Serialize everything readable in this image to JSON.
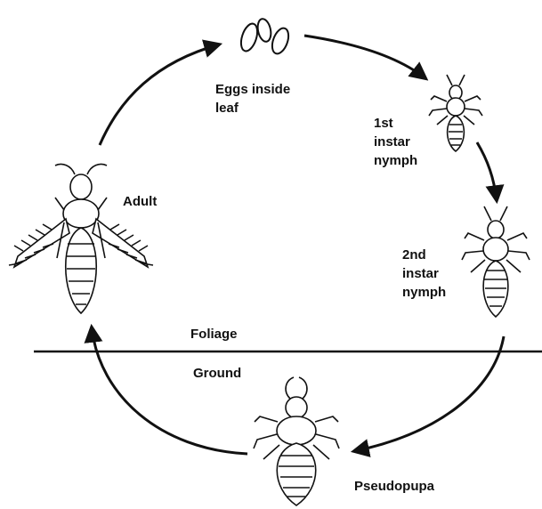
{
  "stages": {
    "eggs": [
      "Eggs inside",
      "leaf"
    ],
    "first_instar": [
      "1st",
      "instar",
      "nymph"
    ],
    "second_instar": [
      "2nd",
      "instar",
      "nymph"
    ],
    "pseudopupa": "Pseudopupa",
    "adult": "Adult"
  },
  "zones": {
    "above": "Foliage",
    "below": "Ground"
  },
  "colors": {
    "ink": "#111111",
    "background": "#ffffff"
  }
}
